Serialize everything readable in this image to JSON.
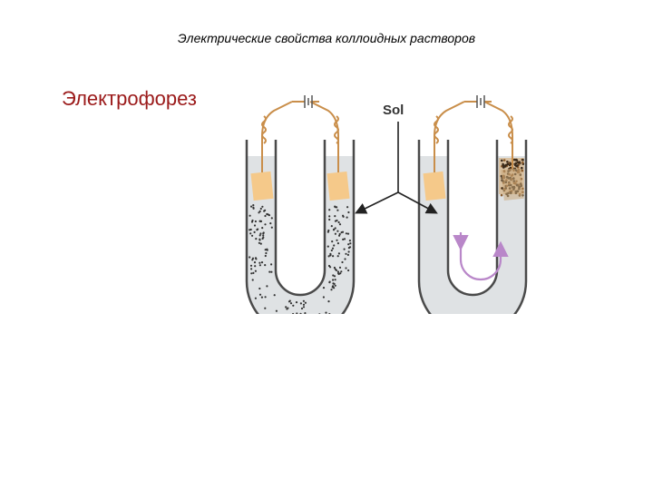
{
  "slide": {
    "title": "Электрические свойства коллоидных растворов",
    "heading": "Электрофорез"
  },
  "figure": {
    "sol_label": "Sol",
    "colors": {
      "liquid": "#dfe2e4",
      "tube_wall": "#4a4a4a",
      "electrode": "#f5c98a",
      "wire": "#c98e4a",
      "arrow": "#222222",
      "flow_arrow": "#b987c9",
      "sediment": "#c9a77a"
    }
  }
}
